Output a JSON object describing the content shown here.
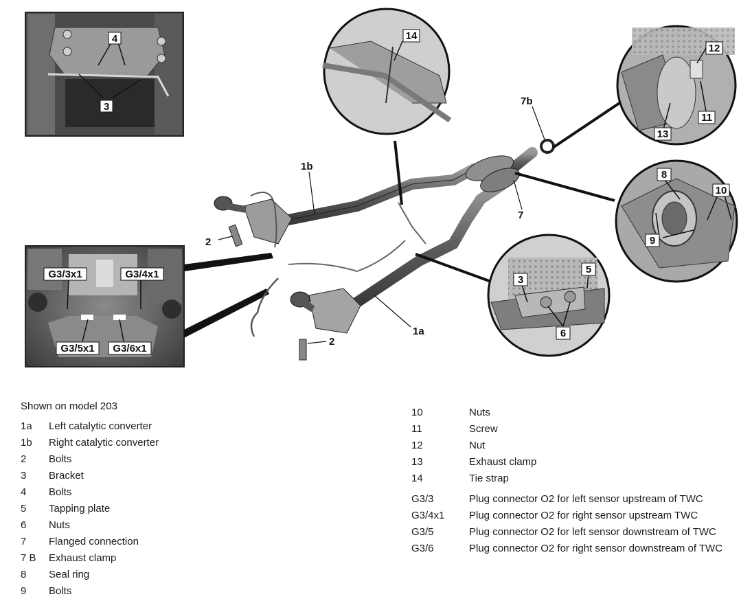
{
  "caption": "Shown on model 203",
  "callouts": {
    "c1a": "1a",
    "c1b": "1b",
    "c2a": "2",
    "c2b": "2",
    "c7": "7",
    "c7b": "7b",
    "c14": "14",
    "c12": "12",
    "c11": "11",
    "c13": "13",
    "c8": "8",
    "c10": "10",
    "c9": "9",
    "c3": "3",
    "c5": "5",
    "c6": "6",
    "c4": "4",
    "c3b": "3",
    "g33x1": "G3/3x1",
    "g34x1": "G3/4x1",
    "g35x1": "G3/5x1",
    "g36x1": "G3/6x1"
  },
  "legend_left": [
    {
      "key": "1a",
      "text": "Left catalytic converter"
    },
    {
      "key": "1b",
      "text": "Right catalytic converter"
    },
    {
      "key": "2",
      "text": "Bolts"
    },
    {
      "key": "3",
      "text": "Bracket"
    },
    {
      "key": "4",
      "text": "Bolts"
    },
    {
      "key": "5",
      "text": "Tapping plate"
    },
    {
      "key": "6",
      "text": "Nuts"
    },
    {
      "key": "7",
      "text": "Flanged connection"
    },
    {
      "key": "7 B",
      "text": "Exhaust clamp"
    },
    {
      "key": "8",
      "text": "Seal ring"
    },
    {
      "key": "9",
      "text": "Bolts"
    }
  ],
  "legend_right": [
    {
      "key": "10",
      "text": "Nuts"
    },
    {
      "key": "11",
      "text": "Screw"
    },
    {
      "key": "12",
      "text": "Nut"
    },
    {
      "key": "13",
      "text": "Exhaust clamp"
    },
    {
      "key": "14",
      "text": "Tie strap"
    }
  ],
  "legend_right_connectors": [
    {
      "key": "G3/3",
      "text": "Plug connector O2 for left sensor upstream of TWC"
    },
    {
      "key": "G3/4x1",
      "text": "Plug connector O2 for right sensor upstream TWC"
    },
    {
      "key": "G3/5",
      "text": "Plug connector O2 for left sensor downstream of TWC"
    },
    {
      "key": "G3/6",
      "text": "Plug connector O2 for right sensor downstream of TWC"
    }
  ]
}
